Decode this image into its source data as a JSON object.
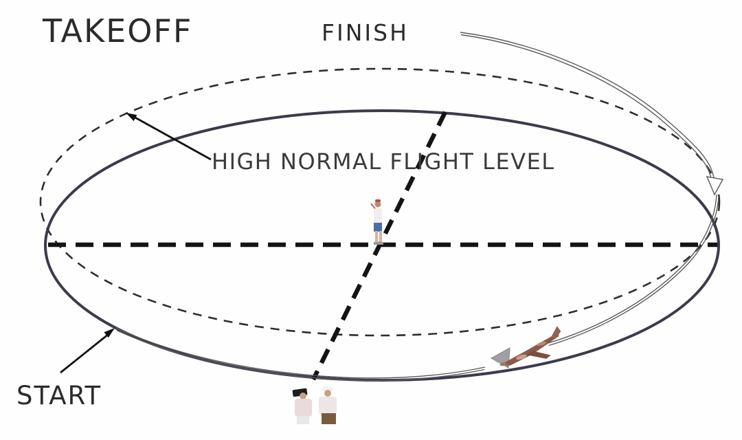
{
  "description": "Hand-drawn style diagram of a control-line model aircraft flight pattern shown as a perspective circle, with takeoff point, finish spiral, high normal flight level path, pilot in the center, two judges outside the circle and a model airplane flying the pattern.",
  "labels": {
    "takeoff": "TAKEOFF",
    "finish": "FINISH",
    "high_normal_flight_level": "HIGH NORMAL FLIGHT LEVEL",
    "start": "START"
  },
  "elements": [
    {
      "name": "normal-flight-circle",
      "style": "solid ellipse",
      "meaning": "normal flight level circle in perspective"
    },
    {
      "name": "high-flight-circle",
      "style": "dashed ellipse",
      "meaning": "high normal flight level path"
    },
    {
      "name": "horizontal-diameter",
      "style": "bold dashed line",
      "meaning": "circle diameter through pilot position"
    },
    {
      "name": "diagonal-diameter",
      "style": "bold dashed line",
      "meaning": "second diameter through pilot position"
    },
    {
      "name": "finish-spiral",
      "style": "thin double line with open arrowhead",
      "meaning": "finish / exit path at top right"
    },
    {
      "name": "takeoff-path",
      "style": "thin double line hugging circle bottom",
      "meaning": "takeoff and low-level lap path"
    },
    {
      "name": "flight-direction-arrow",
      "style": "gray filled arrowhead",
      "meaning": "direction of flight at the airplane"
    },
    {
      "name": "start-arrow",
      "style": "black arrow",
      "meaning": "points at takeoff/start point on circle"
    },
    {
      "name": "hnfl-arrow",
      "style": "black arrow",
      "meaning": "points from label to dashed high-level path"
    },
    {
      "name": "pilot-figure",
      "meaning": "pilot standing at circle center"
    },
    {
      "name": "judges-figures",
      "meaning": "two judges standing outside the circle bottom"
    },
    {
      "name": "model-airplane",
      "meaning": "model aircraft flying at lower right"
    }
  ],
  "colors": {
    "background": "#fefefe",
    "solid_ellipse": "#3d3a4b",
    "dashed_lines": "#141414",
    "thin_path": "#5a5a5a",
    "text": "#2b2b2b",
    "plane_body": "#8c5a4a",
    "direction_arrow": "#a0a0a0",
    "pilot_shorts": "#4a6fa5",
    "judge_pants_brown": "#7a5a3d"
  }
}
